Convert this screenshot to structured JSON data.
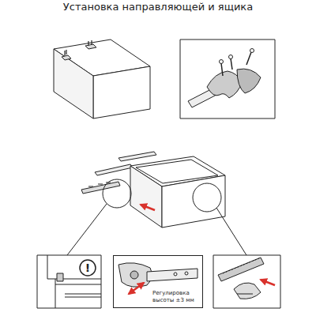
{
  "diagram": {
    "title": "Установка направляющей и ящика",
    "nodes": [
      {
        "text": [
          "!"
        ]
      },
      {
        "text": [
          "Регулировка высоты ±3 мм"
        ]
      }
    ]
  }
}
